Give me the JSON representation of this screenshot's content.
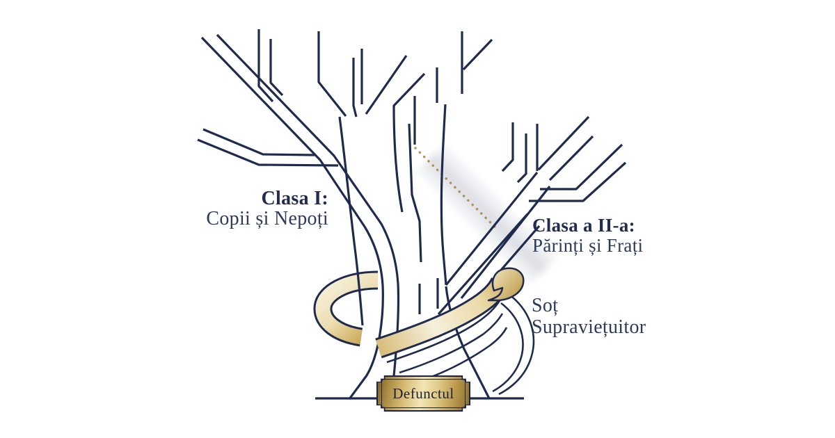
{
  "illustration": {
    "type": "family-tree-inheritance-diagram",
    "background": "#ffffff",
    "tree_line_color": "#1e2b4d",
    "ribbon_gold": "#caa24d",
    "ribbon_cream": "#f6efdb",
    "dotted_line_gold": "#ab8b43",
    "plaque_gold": "#d9bd77",
    "plaque_border": "#1b2340"
  },
  "labels": {
    "class1": {
      "heading": "Clasa I:",
      "subtitle": "Copii și Nepoți"
    },
    "class2": {
      "heading": "Clasa a II-a:",
      "subtitle": "Părinți și Frați"
    },
    "spouse": {
      "line1": "Soț",
      "line2": "Supraviețuitor"
    },
    "deceased": {
      "plaque_text": "Defunctul"
    }
  },
  "text_colors": {
    "heading": "#212d4f",
    "body": "#2c3a5c",
    "plaque_text": "#1a2138"
  }
}
